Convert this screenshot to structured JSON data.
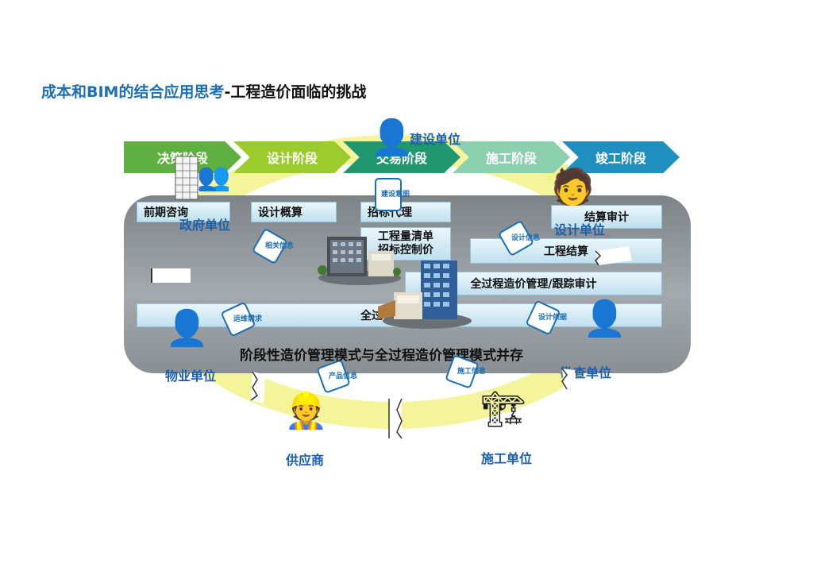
{
  "title": {
    "highlight": "成本和BIM的结合应用思考",
    "rest": "-工程造价面临的挑战"
  },
  "stages": [
    {
      "label": "决策阶段",
      "color": "#5fb040"
    },
    {
      "label": "设计阶段",
      "color": "#9bcc2c"
    },
    {
      "label": "交易阶段",
      "color": "#1f9870"
    },
    {
      "label": "施工阶段",
      "color": "#8dd0b0"
    },
    {
      "label": "竣工阶段",
      "color": "#1f8fc0"
    }
  ],
  "cost_items": {
    "early_consult": "前期咨询",
    "design_estimate": "设计概算",
    "tender_agent": "招标代理",
    "bill_line1": "工程量清单",
    "bill_line2": "招标控制价",
    "settlement_audit": "结算审计",
    "final_settlement": "工程结算",
    "process_management": "全过程造价管理/跟踪审计",
    "full_process": "全过程造价管理",
    "mode_text": "阶段性造价管理模式与全过程造价管理模式并存"
  },
  "parties": {
    "owner": "建设单位",
    "government": "政府单位",
    "design": "设计单位",
    "property": "物业单位",
    "survey": "勘查单位",
    "supplier": "供应商",
    "contractor": "施工单位"
  },
  "flows": {
    "owner_info": "建设意图",
    "gov_info": "相关信息",
    "design_info": "设计信息",
    "property_info": "运维需求",
    "supplier_info": "产品信息",
    "contractor_info": "施工信息",
    "survey_info": "设计依据"
  },
  "icons": {
    "person": "standing-person-icon",
    "building": "office-building-icon"
  },
  "colors": {
    "title_highlight": "#1a6fb5",
    "party_label": "#1a5fb0",
    "ring": "#f2f28a"
  }
}
